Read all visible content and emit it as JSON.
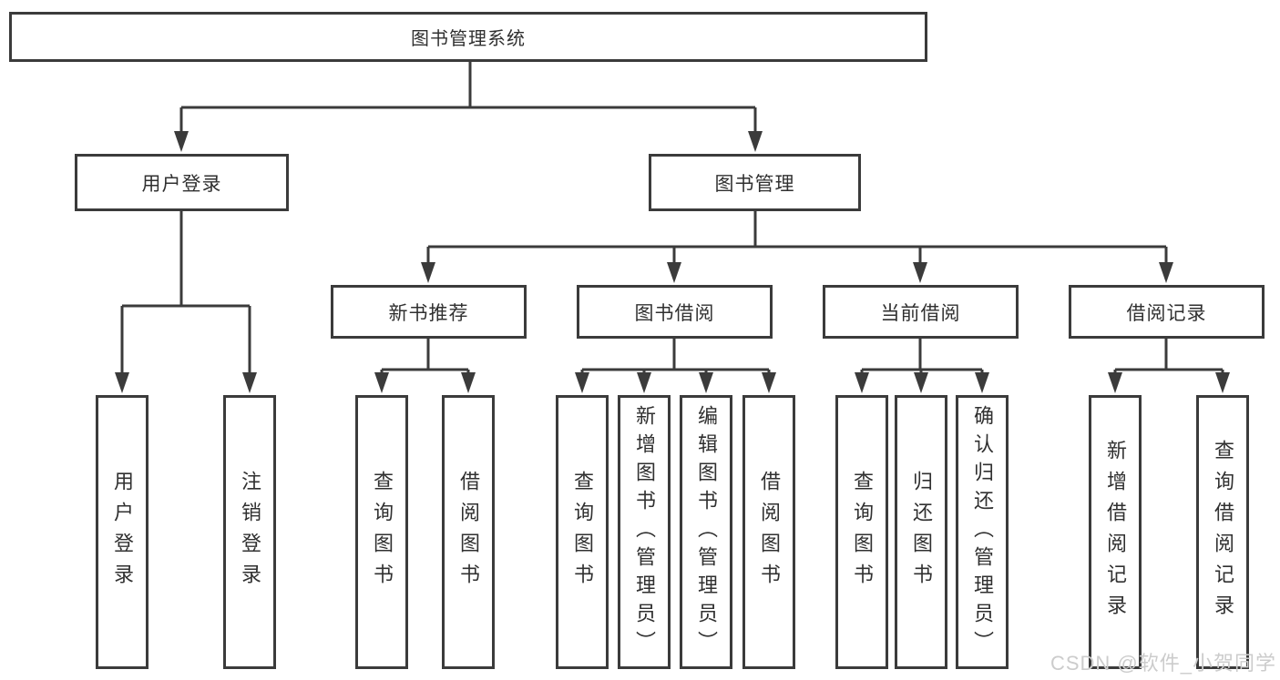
{
  "diagram_title": "图书管理系统",
  "tree": {
    "root": {
      "label": "图书管理系统",
      "children": [
        {
          "label": "用户登录",
          "children": [
            {
              "label": "用户登录"
            },
            {
              "label": "注销登录"
            }
          ]
        },
        {
          "label": "图书管理",
          "children": [
            {
              "label": "新书推荐",
              "children": [
                {
                  "label": "查询图书"
                },
                {
                  "label": "借阅图书"
                }
              ]
            },
            {
              "label": "图书借阅",
              "children": [
                {
                  "label": "查询图书"
                },
                {
                  "label": "新增图书（管理员）"
                },
                {
                  "label": "编辑图书（管理员）"
                },
                {
                  "label": "借阅图书"
                }
              ]
            },
            {
              "label": "当前借阅",
              "children": [
                {
                  "label": "查询图书"
                },
                {
                  "label": "归还图书"
                },
                {
                  "label": "确认归还（管理员）"
                }
              ]
            },
            {
              "label": "借阅记录",
              "children": [
                {
                  "label": "新增借阅记录"
                },
                {
                  "label": "查询借阅记录"
                }
              ]
            }
          ]
        }
      ]
    }
  },
  "watermark": {
    "text": "CSDN @软件_小贺同学"
  },
  "colors": {
    "line": "#3b3b3b",
    "text": "#303030",
    "background": "#ffffff",
    "watermark": "#cccccc"
  }
}
